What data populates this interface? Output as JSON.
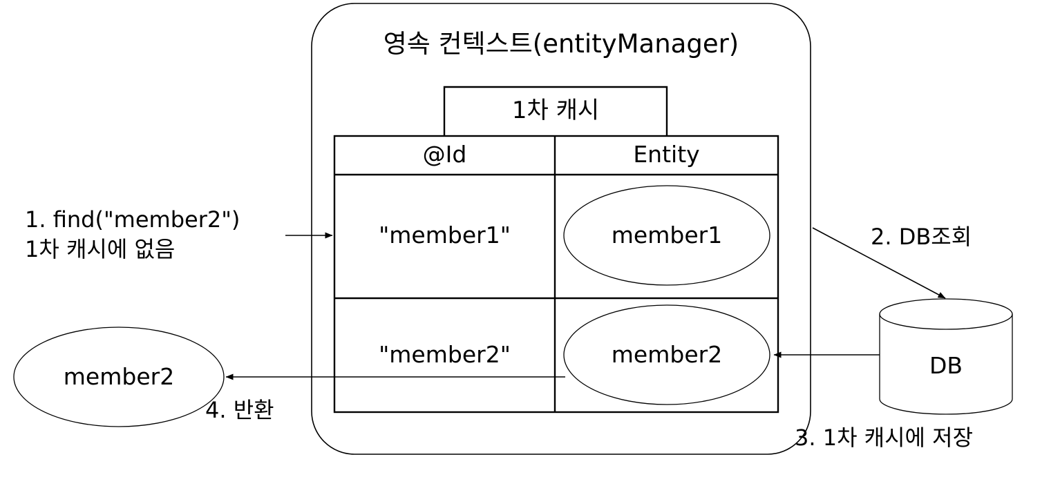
{
  "diagram": {
    "title": "영속 컨텍스트(entityManager)",
    "cache_box_label": "1차 캐시",
    "table": {
      "headers": [
        "@Id",
        "Entity"
      ],
      "rows": [
        {
          "id": "\"member1\"",
          "entity": "member1"
        },
        {
          "id": "\"member2\"",
          "entity": "member2"
        }
      ]
    },
    "database": {
      "label": "DB"
    },
    "returned_entity": {
      "label": "member2"
    },
    "steps": {
      "step1_line1": "1. find(\"member2\")",
      "step1_line2": "1차 캐시에 없음",
      "step2": "2. DB조회",
      "step3": "3. 1차 캐시에 저장",
      "step4": "4. 반환"
    },
    "colors": {
      "stroke": "#000000",
      "background": "#ffffff",
      "text": "#000000"
    }
  }
}
